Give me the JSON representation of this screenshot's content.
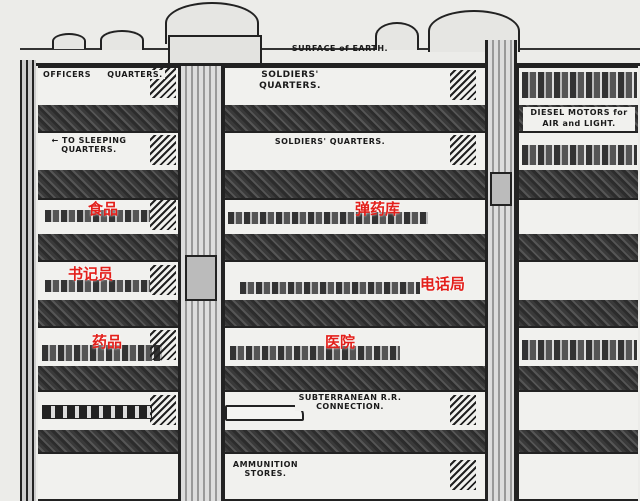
{
  "labels": {
    "surface": "SURFACE of EARTH.",
    "officers_quarters_1": "OFFICERS",
    "officers_quarters_2": "QUARTERS.",
    "soldiers_quarters_top": "SOLDIERS' QUARTERS.",
    "diesel_motors": "DIESEL MOTORS for AIR and LIGHT.",
    "to_sleeping_quarters": "← TO SLEEPING QUARTERS.",
    "soldiers_quarters_2": "SOLDIERS' QUARTERS.",
    "subterranean": "SUBTERRANEAN R.R. CONNECTION.",
    "ammunition": "AMMUNITION STORES."
  },
  "annotations": {
    "food": "食品",
    "ammo_depot": "弹药库",
    "clerk": "书记员",
    "telephone_office": "电话局",
    "medicine": "药品",
    "hospital": "医院"
  },
  "colors": {
    "annotation": "#e3201b"
  }
}
